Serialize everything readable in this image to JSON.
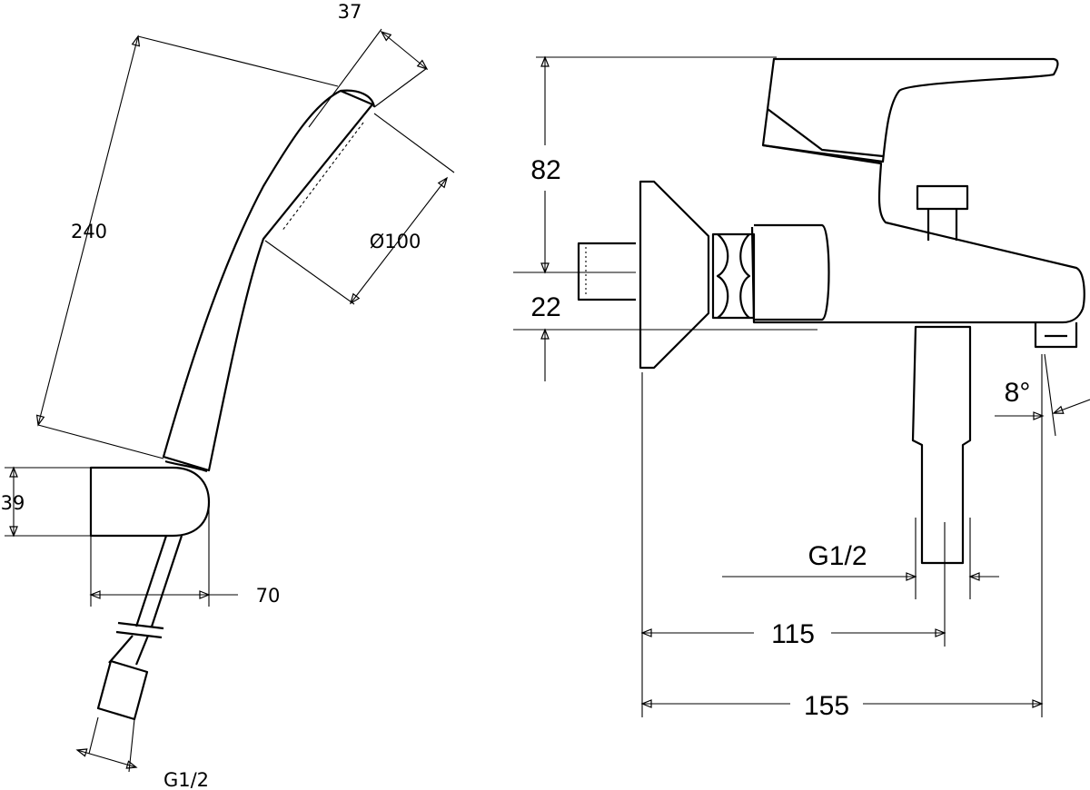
{
  "hand_shower": {
    "dim_head_depth": "37",
    "dim_length": "240",
    "dim_head_diameter": "Ø100",
    "dim_holder_height": "39",
    "dim_holder_depth": "70",
    "dim_hose_thread": "G1/2"
  },
  "mixer": {
    "dim_height": "82",
    "dim_center_offset": "22",
    "dim_angle": "8°",
    "dim_outlet_thread": "G1/2",
    "dim_outlet_distance": "115",
    "dim_total_depth": "155"
  },
  "colors": {
    "line": "#000000",
    "background": "#ffffff"
  }
}
